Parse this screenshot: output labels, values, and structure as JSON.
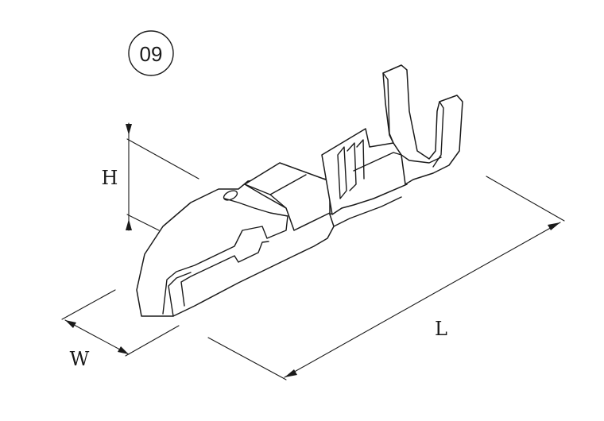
{
  "badge": {
    "number": "09"
  },
  "dimensions": {
    "height_label": "H",
    "width_label": "W",
    "length_label": "L"
  }
}
